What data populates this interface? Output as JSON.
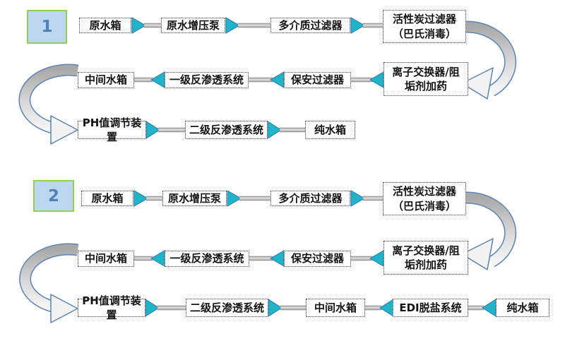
{
  "colors": {
    "arrow_teal": "#1FB4C8",
    "arrow_edge_blue": "#2E75B6",
    "pipe_gray": "#A6A6A6",
    "curved_arrow_outline": "#5B83B5",
    "curved_arrow_gray": "#B3B3B3",
    "badge_bg": "#BDD7EE",
    "badge_border": "#92D050",
    "badge_text": "#4F81BD"
  },
  "flows": [
    {
      "badge": "1",
      "nodes": [
        {
          "id": "raw-water-tank",
          "label": "原水箱"
        },
        {
          "id": "raw-water-booster-pump",
          "label": "原水增压泵"
        },
        {
          "id": "multimedia-filter",
          "label": "多介质过滤器"
        },
        {
          "id": "activated-carbon-filter",
          "label": "活性炭过滤器\n（巴氏消毒）"
        },
        {
          "id": "intermediate-tank",
          "label": "中间水箱"
        },
        {
          "id": "stage1-ro-system",
          "label": "一级反渗透系统"
        },
        {
          "id": "security-filter",
          "label": "保安过滤器"
        },
        {
          "id": "ion-exchanger-antiscalant",
          "label": "离子交换器/阻\n垢剂加药"
        },
        {
          "id": "ph-adjustment-device",
          "label": "PH值调节装置"
        },
        {
          "id": "stage2-ro-system",
          "label": "二级反渗透系统"
        },
        {
          "id": "pure-water-tank",
          "label": "纯水箱"
        }
      ]
    },
    {
      "badge": "2",
      "nodes": [
        {
          "id": "raw-water-tank",
          "label": "原水箱"
        },
        {
          "id": "raw-water-booster-pump",
          "label": "原水增压泵"
        },
        {
          "id": "multimedia-filter",
          "label": "多介质过滤器"
        },
        {
          "id": "activated-carbon-filter",
          "label": "活性炭过滤器\n（巴氏消毒）"
        },
        {
          "id": "intermediate-tank",
          "label": "中间水箱"
        },
        {
          "id": "stage1-ro-system",
          "label": "一级反渗透系统"
        },
        {
          "id": "security-filter",
          "label": "保安过滤器"
        },
        {
          "id": "ion-exchanger-antiscalant",
          "label": "离子交换器/阻\n垢剂加药"
        },
        {
          "id": "ph-adjustment-device",
          "label": "PH值调节装置"
        },
        {
          "id": "stage2-ro-system",
          "label": "二级反渗透系统"
        },
        {
          "id": "intermediate-tank-2",
          "label": "中间水箱"
        },
        {
          "id": "edi-desalination-system",
          "label": "EDI脱盐系统"
        },
        {
          "id": "pure-water-tank",
          "label": "纯水箱"
        }
      ]
    }
  ]
}
